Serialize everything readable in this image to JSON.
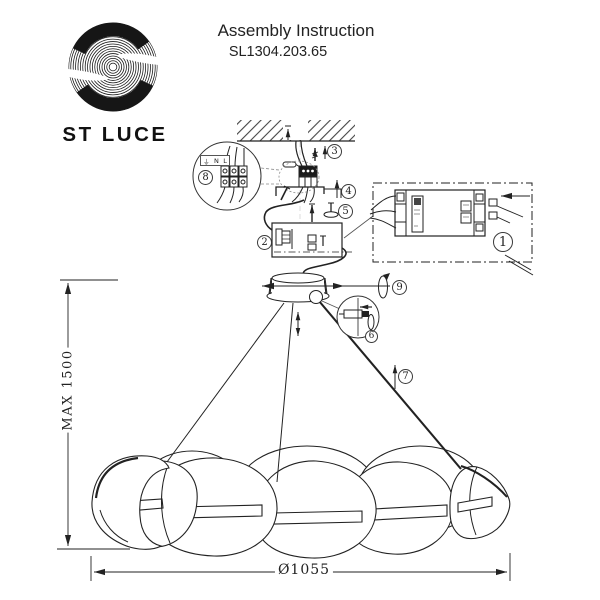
{
  "header": {
    "brand": "ST LUCE",
    "title": "Assembly Instruction",
    "model": "SL1304.203.65"
  },
  "dimensions": {
    "max_height": "MAX 1500",
    "diameter": "Ø1055"
  },
  "terminal_label": {
    "ground": "⏚",
    "neutral": "N",
    "live": "L"
  },
  "callouts": [
    {
      "n": "1"
    },
    {
      "n": "2"
    },
    {
      "n": "3"
    },
    {
      "n": "4"
    },
    {
      "n": "5"
    },
    {
      "n": "6"
    },
    {
      "n": "7"
    },
    {
      "n": "8"
    },
    {
      "n": "9"
    }
  ]
}
